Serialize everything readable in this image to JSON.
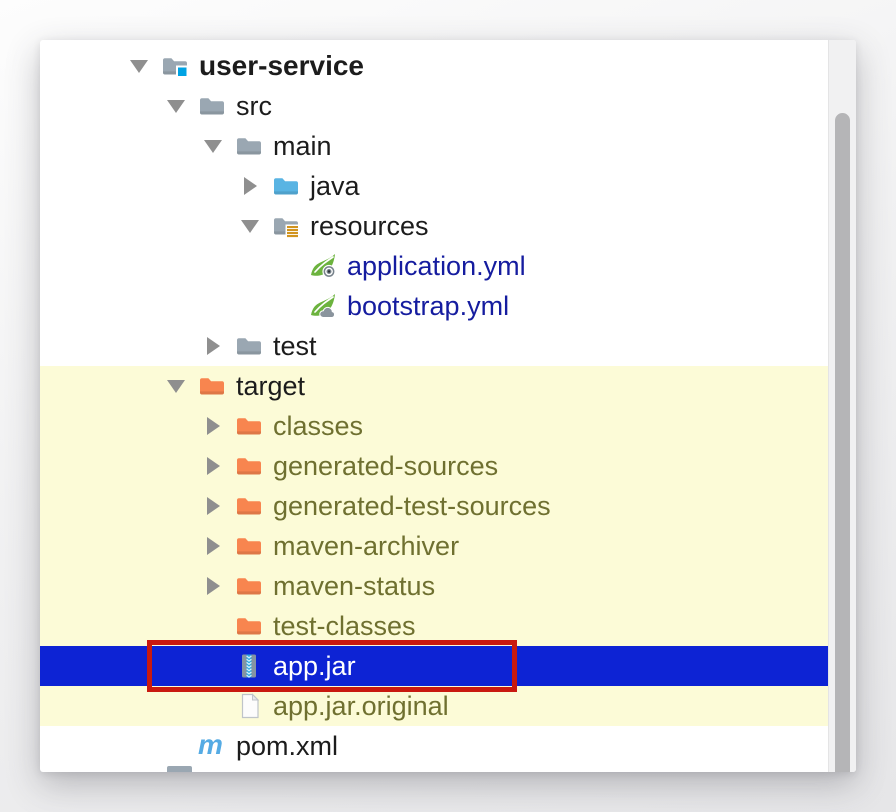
{
  "panel": {
    "name": "project-tree-panel"
  },
  "colors": {
    "selection_bg": "#0D23D4",
    "selection_text": "#FFFFFF",
    "excluded_bg": "#FCFBD7",
    "excluded_text": "#6F7030",
    "config_text": "#151C9F",
    "default_text": "#1C1C1C",
    "annotation_red": "#C9190F",
    "folder_gray": "#9AA7B2",
    "folder_blue": "#59B4E3",
    "folder_orange": "#F8854F",
    "spring_green": "#6CB33E",
    "maven_blue": "#55ABE4",
    "project_badge_cyan": "#00A3E4",
    "resources_badge_gold": "#D1941F",
    "archive_gray": "#8494A3",
    "archive_zip_cyan": "#2FA8E1",
    "arrow_gray": "#8F8F8F",
    "scrollbar_thumb": "#B5B5B7",
    "scrollbar_track": "#F1F1F2"
  },
  "annotation": {
    "shape": "rectangle",
    "target": "app.jar",
    "color": "#C9190F"
  },
  "tree": {
    "rows": [
      {
        "label": "user-service",
        "level": 0,
        "arrow": "expanded",
        "icon": "project-folder-icon",
        "style": "default",
        "bg": "none",
        "bold": true
      },
      {
        "label": "src",
        "level": 1,
        "arrow": "expanded",
        "icon": "folder-icon",
        "style": "default",
        "bg": "none"
      },
      {
        "label": "main",
        "level": 2,
        "arrow": "expanded",
        "icon": "folder-icon",
        "style": "default",
        "bg": "none"
      },
      {
        "label": "java",
        "level": 3,
        "arrow": "collapsed",
        "icon": "source-folder-icon",
        "style": "default",
        "bg": "none"
      },
      {
        "label": "resources",
        "level": 3,
        "arrow": "expanded",
        "icon": "resources-folder-icon",
        "style": "default",
        "bg": "none"
      },
      {
        "label": "application.yml",
        "level": 4,
        "arrow": "none",
        "icon": "spring-config-icon",
        "style": "config",
        "bg": "none"
      },
      {
        "label": "bootstrap.yml",
        "level": 4,
        "arrow": "none",
        "icon": "spring-cloud-config-icon",
        "style": "config",
        "bg": "none"
      },
      {
        "label": "test",
        "level": 2,
        "arrow": "collapsed",
        "icon": "folder-icon",
        "style": "default",
        "bg": "none"
      },
      {
        "label": "target",
        "level": 1,
        "arrow": "expanded",
        "icon": "excluded-folder-icon",
        "style": "default",
        "bg": "excluded"
      },
      {
        "label": "classes",
        "level": 2,
        "arrow": "collapsed",
        "icon": "excluded-folder-icon",
        "style": "excluded",
        "bg": "excluded"
      },
      {
        "label": "generated-sources",
        "level": 2,
        "arrow": "collapsed",
        "icon": "excluded-folder-icon",
        "style": "excluded",
        "bg": "excluded"
      },
      {
        "label": "generated-test-sources",
        "level": 2,
        "arrow": "collapsed",
        "icon": "excluded-folder-icon",
        "style": "excluded",
        "bg": "excluded"
      },
      {
        "label": "maven-archiver",
        "level": 2,
        "arrow": "collapsed",
        "icon": "excluded-folder-icon",
        "style": "excluded",
        "bg": "excluded"
      },
      {
        "label": "maven-status",
        "level": 2,
        "arrow": "collapsed",
        "icon": "excluded-folder-icon",
        "style": "excluded",
        "bg": "excluded"
      },
      {
        "label": "test-classes",
        "level": 2,
        "arrow": "none",
        "icon": "excluded-folder-icon",
        "style": "excluded",
        "bg": "excluded"
      },
      {
        "label": "app.jar",
        "level": 2,
        "arrow": "none",
        "icon": "archive-icon",
        "style": "selected",
        "bg": "selected",
        "annotated": true
      },
      {
        "label": "app.jar.original",
        "level": 2,
        "arrow": "none",
        "icon": "file-icon",
        "style": "excluded",
        "bg": "excluded"
      },
      {
        "label": "pom.xml",
        "level": 1,
        "arrow": "none",
        "icon": "maven-icon",
        "style": "default",
        "bg": "none"
      }
    ]
  }
}
